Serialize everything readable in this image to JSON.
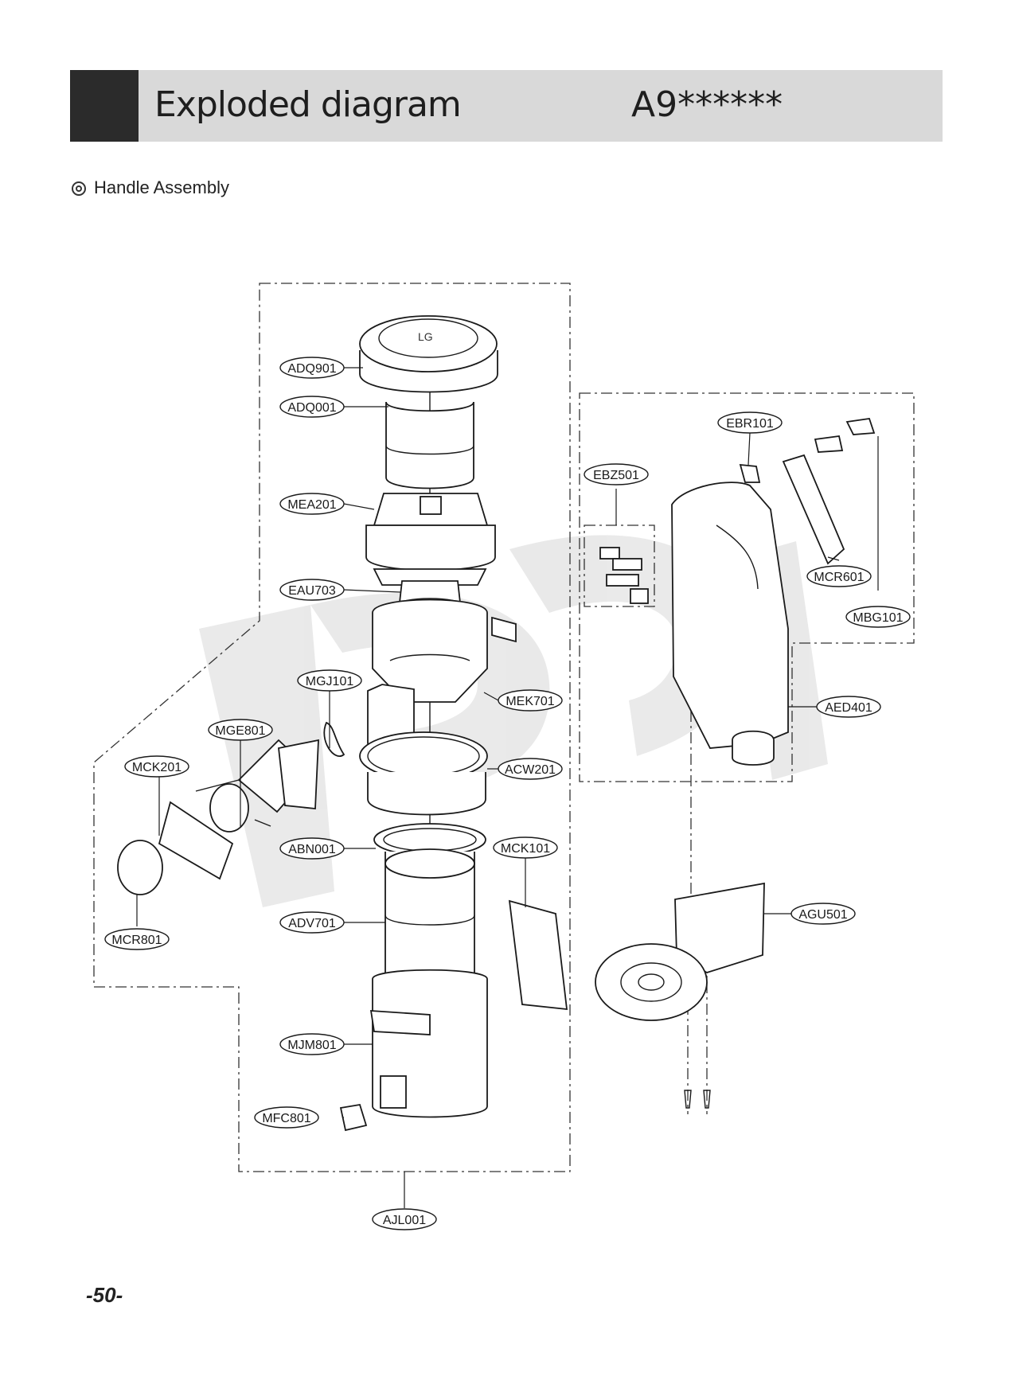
{
  "header": {
    "title": "Exploded diagram",
    "model": "A9******"
  },
  "section": {
    "title": "Handle Assembly"
  },
  "parts": [
    {
      "code": "ADQ901"
    },
    {
      "code": "ADQ001"
    },
    {
      "code": "MEA201"
    },
    {
      "code": "EAU703"
    },
    {
      "code": "MGJ101"
    },
    {
      "code": "MGE801"
    },
    {
      "code": "MCK201"
    },
    {
      "code": "MEK701"
    },
    {
      "code": "ACW201"
    },
    {
      "code": "ABN001"
    },
    {
      "code": "MCK101"
    },
    {
      "code": "MCR801"
    },
    {
      "code": "ADV701"
    },
    {
      "code": "MJM801"
    },
    {
      "code": "MFC801"
    },
    {
      "code": "AJL001"
    },
    {
      "code": "EBR101"
    },
    {
      "code": "EBZ501"
    },
    {
      "code": "MCR601"
    },
    {
      "code": "MBG101"
    },
    {
      "code": "AED401"
    },
    {
      "code": "AGU501"
    }
  ],
  "page_number": "-50-"
}
